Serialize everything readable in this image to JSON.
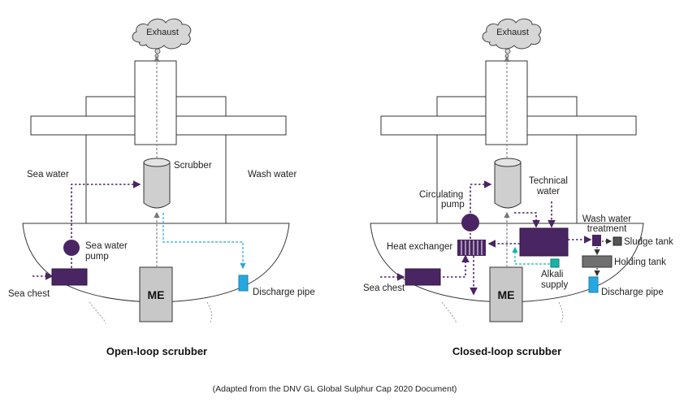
{
  "colors": {
    "purple": "#4a2563",
    "cyan": "#27a7e0",
    "teal": "#17b3a8",
    "grey": "#c8c8c8",
    "dark_grey": "#666666"
  },
  "open_loop": {
    "title": "Open-loop scrubber",
    "exhaust": "Exhaust",
    "scrubber": "Scrubber",
    "sea_water": "Sea water",
    "wash_water": "Wash water",
    "sea_water_pump": [
      "Sea water",
      "pump"
    ],
    "sea_chest": "Sea chest",
    "engine": "ME",
    "discharge_pipe": "Discharge pipe"
  },
  "closed_loop": {
    "title": "Closed-loop scrubber",
    "exhaust": "Exhaust",
    "technical_water": [
      "Technical",
      "water"
    ],
    "circulating_pump": [
      "Circulating",
      "pump"
    ],
    "heat_exchanger": "Heat exchanger",
    "wash_water_treatment": [
      "Wash water",
      "treatment"
    ],
    "sludge_tank": "Sludge tank",
    "holding_tank": "Holding tank",
    "alkali_supply": [
      "Alkali",
      "supply"
    ],
    "sea_chest": "Sea chest",
    "engine": "ME",
    "discharge_pipe": "Discharge pipe"
  },
  "caption": "(Adapted from the DNV GL Global Sulphur Cap 2020 Document)"
}
